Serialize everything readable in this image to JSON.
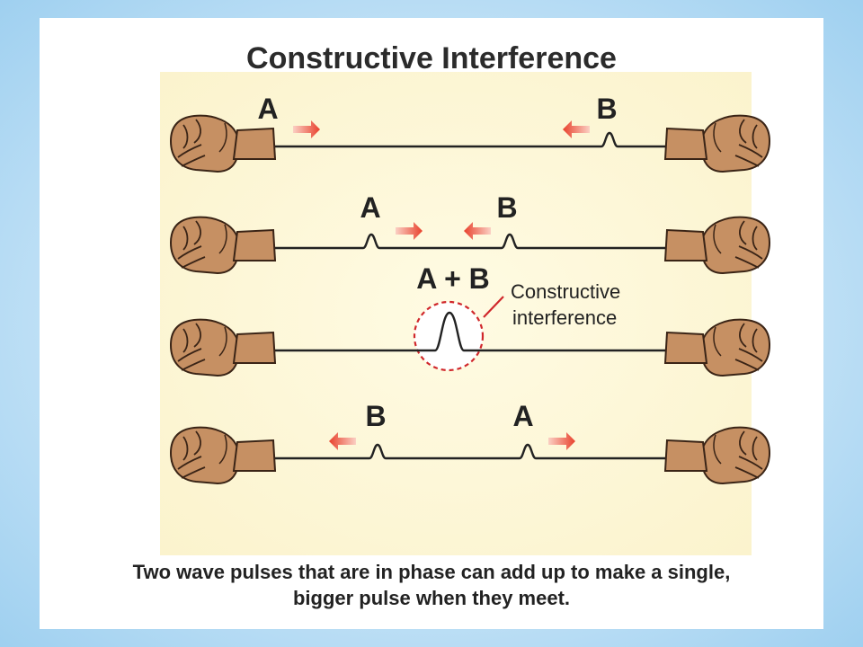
{
  "title": "Constructive Interference",
  "rows": [
    {
      "left_label": "A",
      "right_label": "B"
    },
    {
      "left_label": "A",
      "right_label": "B"
    },
    {
      "label": "A + B"
    },
    {
      "left_label": "B",
      "right_label": "A"
    }
  ],
  "callout": {
    "line1": "Constructive",
    "line2": "interference"
  },
  "caption": {
    "line1": "Two wave pulses that are in phase can add up to make a single,",
    "line2": "bigger pulse when they meet."
  },
  "colors": {
    "panel": "#fdf8d8",
    "arrow": "#e8412c",
    "hand": "#c69063",
    "dashed_circle": "#d0272b",
    "rope": "#222222"
  }
}
